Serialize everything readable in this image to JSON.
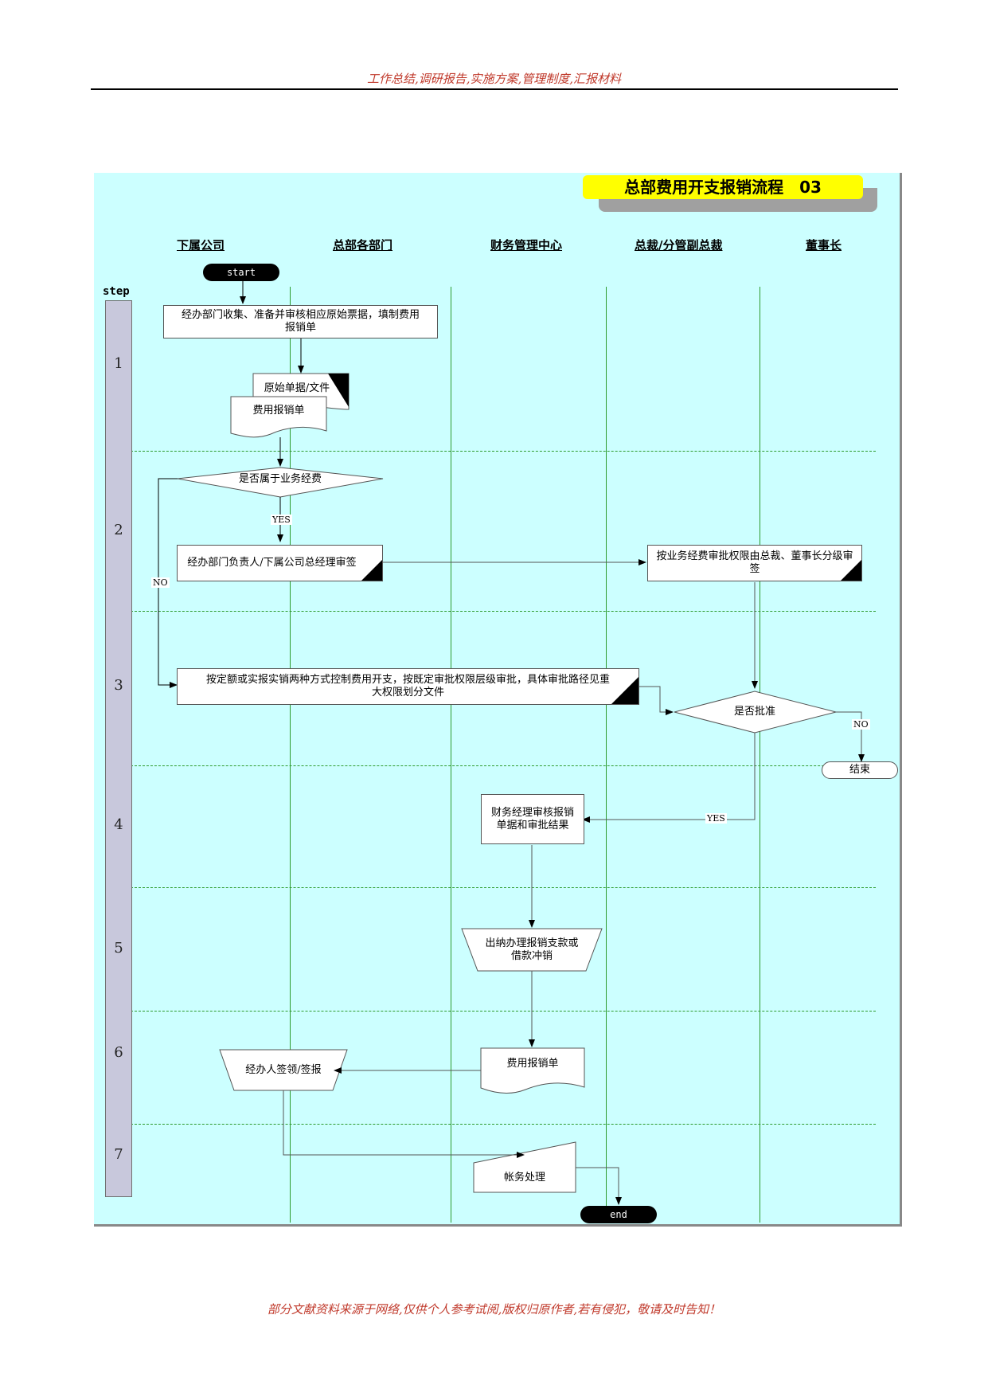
{
  "page": {
    "header": "工作总结,调研报告,实施方案,管理制度,汇报材料",
    "footer": "部分文献资料来源于网络,仅供个人参考试阅,版权归原作者,若有侵犯，敬请及时告知！"
  },
  "diagram": {
    "title": "总部费用开支报销流程　03",
    "step_label": "step",
    "lanes": [
      "下属公司",
      "总部各部门",
      "财务管理中心",
      "总裁/分管副总裁",
      "董事长"
    ],
    "steps": [
      "1",
      "2",
      "3",
      "4",
      "5",
      "6",
      "7"
    ],
    "nodes": {
      "start": "start",
      "n1": "经办部门收集、准备并审核相应原始票据，填制费用报销单",
      "doc1": "原始单据/文件",
      "doc2": "费用报销单",
      "d1": "是否属于业务经费",
      "n2": "经办部门负责人/下属公司总经理审签",
      "n3": "按业务经费审批权限由总裁、董事长分级审签",
      "n4": "按定额或实报实销两种方式控制费用开支，按既定审批权限层级审批，具体审批路径见重大权限划分文件",
      "d2": "是否批准",
      "end_node": "结束",
      "n5": "财务经理审核报销单据和审批结果",
      "n6": "出纳办理报销支款或借款冲销",
      "doc3": "费用报销单",
      "n7": "经办人签领/签报",
      "n8": "帐务处理",
      "end": "end"
    },
    "labels": {
      "yes1": "YES",
      "no1": "NO",
      "no2": "NO",
      "yes2": "YES"
    },
    "colors": {
      "background": "#ccffff",
      "title": "#ffff00",
      "lane_line": "#2e9b2e",
      "header_text": "#c0392b"
    }
  }
}
